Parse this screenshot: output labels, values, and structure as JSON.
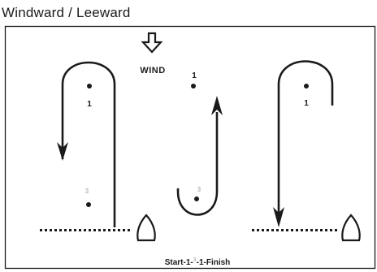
{
  "title": "Windward / Leeward",
  "wind_label": "WIND",
  "marks": {
    "left_top": "1",
    "left_bottom": "3",
    "center_top": "1",
    "center_bottom": "3",
    "right_top": "1"
  },
  "course_sequence": "Start-1-3-1-Finish",
  "course_sequence_parts": {
    "prefix": "Start-1-",
    "middle": "3",
    "suffix": "-1-Finish"
  },
  "colors": {
    "ink": "#1a1a1a",
    "background": "#ffffff",
    "faded_mark": "#b8b8b8"
  }
}
